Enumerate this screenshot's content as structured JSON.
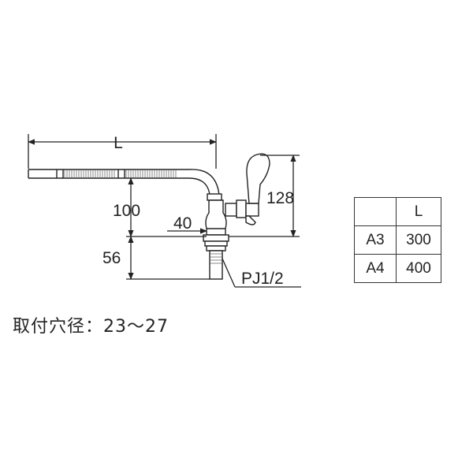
{
  "dimensions": {
    "length": "L",
    "height_total": "128",
    "height_spout": "100",
    "offset": "40",
    "shank": "56",
    "thread": "PJ1/2"
  },
  "mounting_hole": "取付穴径：23～27",
  "table": {
    "header": [
      "",
      "L"
    ],
    "rows": [
      [
        "A3",
        "300"
      ],
      [
        "A4",
        "400"
      ]
    ]
  }
}
